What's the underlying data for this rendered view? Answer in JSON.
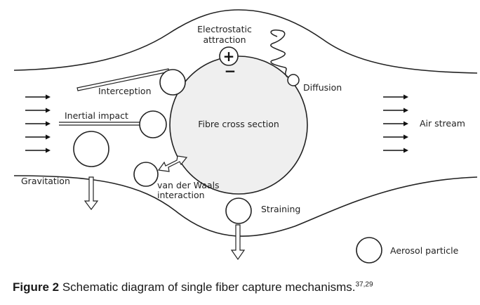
{
  "diagram": {
    "fiber_label": "Fibre cross section",
    "labels": {
      "electrostatic_line1": "Electrostatic",
      "electrostatic_line2": "attraction",
      "diffusion": "Diffusion",
      "interception": "Interception",
      "inertial_impact": "Inertial impact",
      "air_stream": "Air stream",
      "gravitation": "Gravitation",
      "van_der_waals_line1": "van der Waals",
      "van_der_waals_line2": "interaction",
      "straining": "Straining",
      "aerosol_particle": "Aerosol particle"
    },
    "signs": {
      "positive": "+",
      "negative": "−"
    },
    "left_arrow_count": 5,
    "right_arrow_count": 5
  },
  "caption": {
    "figure_label": "Figure 2",
    "text": " Schematic diagram of single fiber capture mechanisms.",
    "refs": "37,29"
  }
}
